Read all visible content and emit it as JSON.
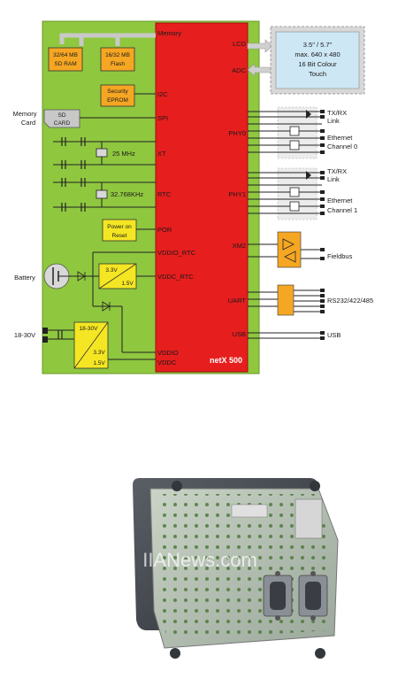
{
  "diagram": {
    "cpu_name": "netX 500",
    "memory_label": "Memory",
    "sdram": [
      "32/64 MB",
      "SD RAM"
    ],
    "flash": [
      "16/32 MB",
      "Flash"
    ],
    "eprom": [
      "Security",
      "EPROM"
    ],
    "power_on_reset": [
      "Power on",
      "Reset"
    ],
    "sd_card": [
      "SD",
      "CARD"
    ],
    "memory_card_label": [
      "Memory",
      "Card"
    ],
    "xtal_25": "25 MHz",
    "xtal_32k": "32.768KHz",
    "battery_label": "Battery",
    "vin_label": "18-30V",
    "reg_rtc": [
      "3.3V",
      "1.5V"
    ],
    "reg_main": [
      "18-30V",
      "3.3V",
      "1.5V"
    ],
    "display": [
      "3.5\" / 5.7\"",
      "max. 640 x 480",
      "16 Bit Colour",
      "Touch"
    ],
    "pins_left": [
      "I2C",
      "SPI",
      "XT",
      "RTC",
      "POR",
      "VDDIO_RTC",
      "VDDC_RTC",
      "VDDIO",
      "VDDC"
    ],
    "pins_right": [
      "LCD",
      "ADC",
      "PHY0",
      "PHY1",
      "XM2",
      "UART",
      "USB"
    ],
    "ports": {
      "txrx0": [
        "TX/RX",
        "Link"
      ],
      "eth0": [
        "Ethernet",
        "Channel 0"
      ],
      "txrx1": [
        "TX/RX",
        "Link"
      ],
      "eth1": [
        "Ethernet",
        "Channel 1"
      ],
      "fieldbus": "Fieldbus",
      "serial": "RS232/422/485",
      "usb": "USB"
    }
  },
  "photo": {
    "watermark": "IIANews.com"
  }
}
